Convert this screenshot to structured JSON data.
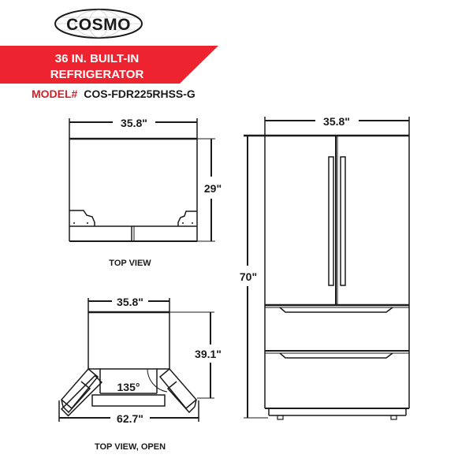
{
  "brand": {
    "logo_text": "COSMO"
  },
  "banner": {
    "line1": "36 IN. BUILT-IN",
    "line2": "REFRIGERATOR",
    "color": "#ed2430",
    "text_color": "#ffffff"
  },
  "model": {
    "label": "MODEL#",
    "value": "COS-FDR225RHSS-G",
    "label_color": "#d32028"
  },
  "top_view": {
    "width_dim": "35.8\"",
    "depth_dim": "29\"",
    "caption": "TOP VIEW"
  },
  "top_view_open": {
    "width_dim": "35.8\"",
    "depth_dim": "39.1\"",
    "open_width_dim": "62.7\"",
    "angle": "135°",
    "caption": "TOP VIEW, OPEN"
  },
  "front_view": {
    "width_dim": "35.8\"",
    "height_dim": "70\""
  }
}
